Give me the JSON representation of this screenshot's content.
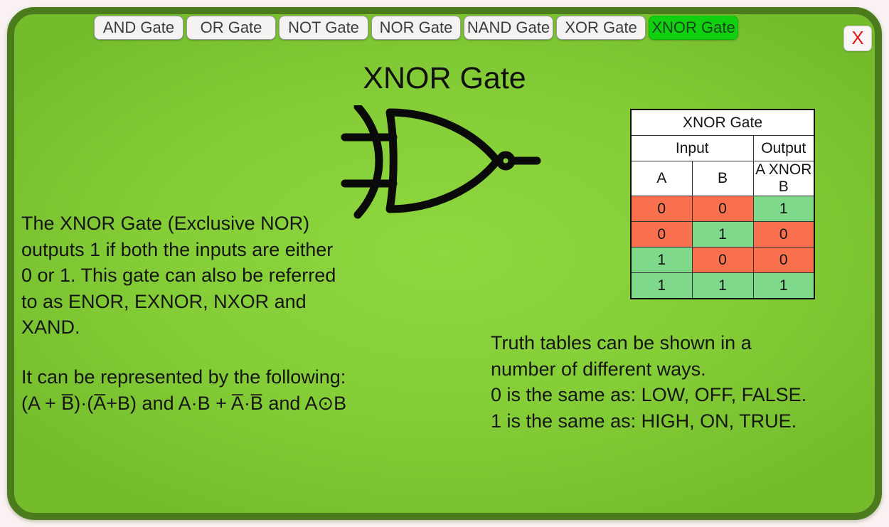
{
  "title": "XNOR Gate",
  "tabs": [
    {
      "label": "AND Gate",
      "active": false
    },
    {
      "label": "OR Gate",
      "active": false
    },
    {
      "label": "NOT Gate",
      "active": false
    },
    {
      "label": "NOR Gate",
      "active": false
    },
    {
      "label": "NAND Gate",
      "active": false
    },
    {
      "label": "XOR Gate",
      "active": false
    },
    {
      "label": "XNOR Gate",
      "active": true
    }
  ],
  "close_label": "X",
  "description": "The XNOR Gate (Exclusive NOR)\noutputs 1 if both the inputs are either\n0 or 1. This gate can also be referred\nto as ENOR, EXNOR, NXOR and\nXAND.",
  "representation": "It can be represented by the following:\n(A + B̅)·(A̅+B) and A·B + A̅·B̅ and A⊙B",
  "truth_note": "Truth tables can be shown in a\nnumber of different ways.\n0 is the same as: LOW, OFF, FALSE.\n1 is the same as: HIGH, ON, TRUE.",
  "table": {
    "title": "XNOR Gate",
    "input_label": "Input",
    "output_label": "Output",
    "col_a": "A",
    "col_b": "B",
    "col_out": "A XNOR B",
    "rows": [
      {
        "a": "0",
        "b": "0",
        "out": "1"
      },
      {
        "a": "0",
        "b": "1",
        "out": "0"
      },
      {
        "a": "1",
        "b": "0",
        "out": "0"
      },
      {
        "a": "1",
        "b": "1",
        "out": "1"
      }
    ]
  },
  "icons": {
    "gate_symbol": "xnor-gate-symbol",
    "close": "close-icon"
  },
  "colors": {
    "page-bg": "#faf2f2",
    "panel-border": "#4c7b1e",
    "panel-bg-center": "#8ed73f",
    "panel-bg-edge": "#74bc2c",
    "tab-bg": "#f4f3f2",
    "tab-text": "#3c3c3c",
    "tab-active-bg": "#10d010",
    "tab-active-text": "#1c441c",
    "close-x": "#e01818",
    "cell-red": "#f8704d",
    "cell-green": "#7ed98b",
    "ink": "#141414"
  }
}
